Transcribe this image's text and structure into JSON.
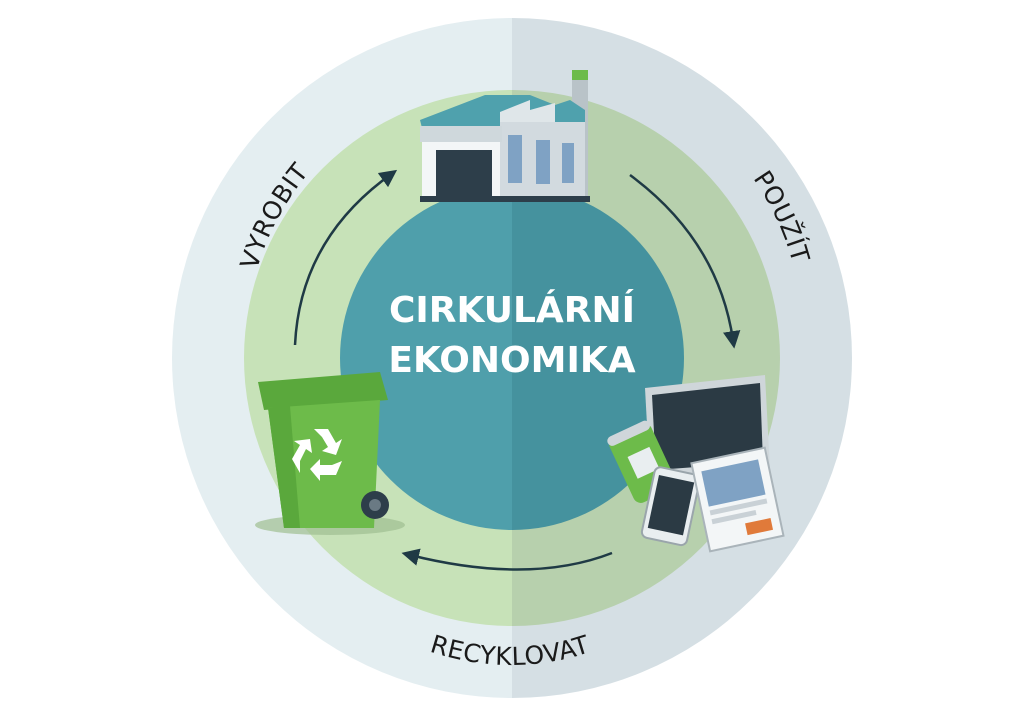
{
  "center": {
    "line1": "CIRKULÁRNÍ",
    "line2": "EKONOMIKA"
  },
  "stages": {
    "produce": "VYROBIT",
    "use": "POUŽÍT",
    "recycle": "RECYKLOVAT"
  },
  "colors": {
    "outer_ring_left": "#e4eef1",
    "outer_ring_right": "#d5dfe4",
    "middle_ring_left": "#c7e2b8",
    "middle_ring_right": "#b7d0ad",
    "core_left": "#4f9fab",
    "core_right": "#45929e",
    "arrow": "#1f3a45",
    "bin_green": "#6dbb4a"
  },
  "icons": {
    "factory": "factory-icon",
    "devices": "devices-icon",
    "bin": "recycle-bin-icon"
  }
}
